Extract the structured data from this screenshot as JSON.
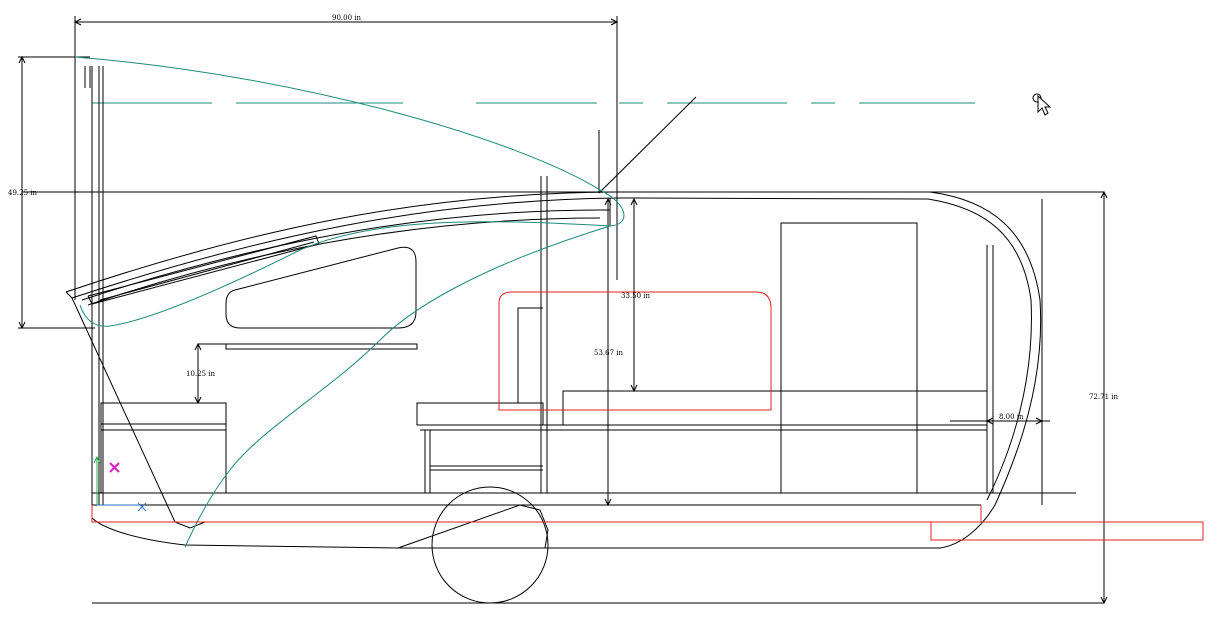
{
  "drawing": {
    "dimensions": {
      "top_width": "90.00 in",
      "left_height": "49.25 in",
      "table_height": "10.25 in",
      "interior_height": "33.50 in",
      "floor_to_roof": "53.67 in",
      "rear_overhang": "8.00 in",
      "overall_height": "72.71 in"
    },
    "colors": {
      "geometry": "#000000",
      "hatch_profile": "#1e8a7e",
      "reference_line": "#1e8a7e",
      "selection": "#e02020",
      "ucs_y_axis": "#2fae4f",
      "ucs_x_axis": "#2a6fd6",
      "origin_marker": "#e020c8"
    },
    "cursor": "arrow-pointer-with-pickbox"
  }
}
